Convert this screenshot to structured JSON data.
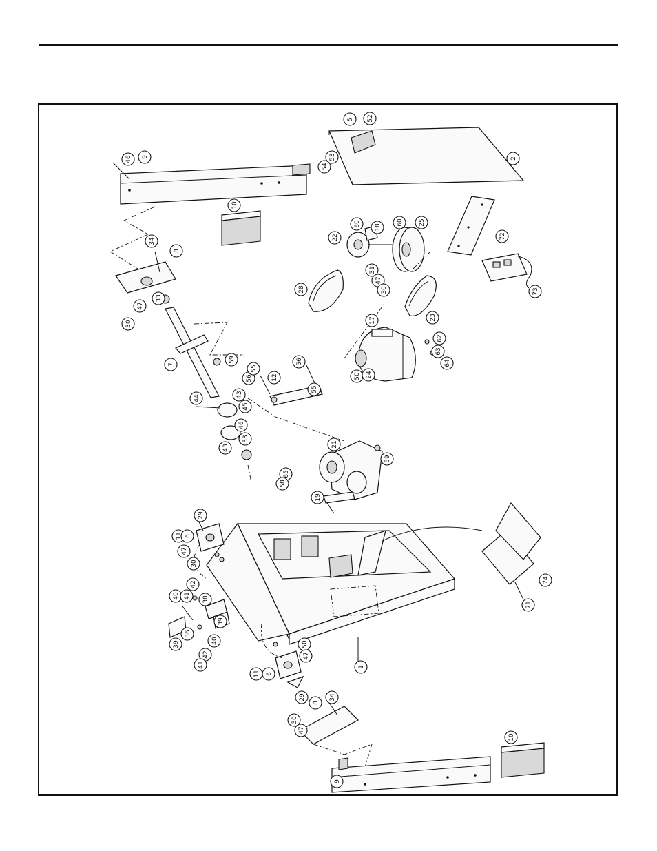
{
  "callouts": [
    {
      "label": "46"
    },
    {
      "label": "9"
    },
    {
      "label": "10"
    },
    {
      "label": "34"
    },
    {
      "label": "8"
    },
    {
      "label": "33"
    },
    {
      "label": "47"
    },
    {
      "label": "30"
    },
    {
      "label": "7"
    },
    {
      "label": "59"
    },
    {
      "label": "56"
    },
    {
      "label": "55"
    },
    {
      "label": "12"
    },
    {
      "label": "56"
    },
    {
      "label": "55"
    },
    {
      "label": "44"
    },
    {
      "label": "43"
    },
    {
      "label": "45"
    },
    {
      "label": "46"
    },
    {
      "label": "43"
    },
    {
      "label": "33"
    },
    {
      "label": "5"
    },
    {
      "label": "52"
    },
    {
      "label": "54"
    },
    {
      "label": "53"
    },
    {
      "label": "2"
    },
    {
      "label": "22"
    },
    {
      "label": "60"
    },
    {
      "label": "18"
    },
    {
      "label": "60"
    },
    {
      "label": "25"
    },
    {
      "label": "28"
    },
    {
      "label": "31"
    },
    {
      "label": "47"
    },
    {
      "label": "30"
    },
    {
      "label": "23"
    },
    {
      "label": "72"
    },
    {
      "label": "73"
    },
    {
      "label": "17"
    },
    {
      "label": "62"
    },
    {
      "label": "63"
    },
    {
      "label": "64"
    },
    {
      "label": "50"
    },
    {
      "label": "24"
    },
    {
      "label": "21"
    },
    {
      "label": "65"
    },
    {
      "label": "58"
    },
    {
      "label": "19"
    },
    {
      "label": "59"
    },
    {
      "label": "11"
    },
    {
      "label": "6"
    },
    {
      "label": "29"
    },
    {
      "label": "47"
    },
    {
      "label": "30"
    },
    {
      "label": "40"
    },
    {
      "label": "41"
    },
    {
      "label": "42"
    },
    {
      "label": "38"
    },
    {
      "label": "39"
    },
    {
      "label": "36"
    },
    {
      "label": "42"
    },
    {
      "label": "41"
    },
    {
      "label": "40"
    },
    {
      "label": "39"
    },
    {
      "label": "11"
    },
    {
      "label": "6"
    },
    {
      "label": "50"
    },
    {
      "label": "47"
    },
    {
      "label": "29"
    },
    {
      "label": "1"
    },
    {
      "label": "71"
    },
    {
      "label": "74"
    },
    {
      "label": "30"
    },
    {
      "label": "47"
    },
    {
      "label": "8"
    },
    {
      "label": "34"
    },
    {
      "label": "9"
    },
    {
      "label": "10"
    }
  ]
}
